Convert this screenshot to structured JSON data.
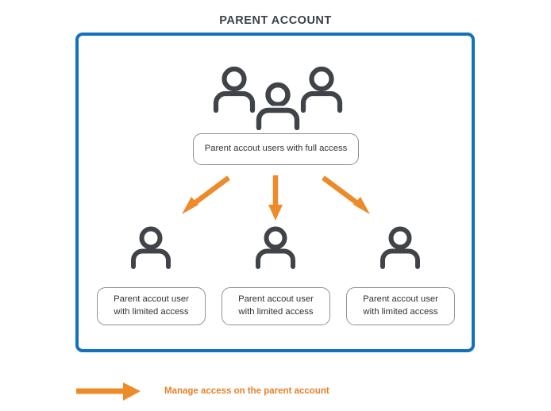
{
  "diagram": {
    "title": "PARENT ACCOUNT",
    "colors": {
      "container_border": "#1273bc",
      "arrow": "#ed8b2b",
      "icon": "#404449",
      "box_border": "#8e9194",
      "title_text": "#3b4147",
      "legend_text": "#e5812c"
    },
    "top_group": {
      "icon_name": "three-users-icon",
      "icon_count": 3,
      "box_label": "Parent accout users with full access"
    },
    "children": [
      {
        "icon_name": "user-icon",
        "label_line1": "Parent accout user",
        "label_line2": "with limited access"
      },
      {
        "icon_name": "user-icon",
        "label_line1": "Parent accout user",
        "label_line2": "with limited access"
      },
      {
        "icon_name": "user-icon",
        "label_line1": "Parent accout user",
        "label_line2": "with limited access"
      }
    ],
    "arrows": [
      {
        "name": "arrow-to-child-1",
        "direction": "down-left"
      },
      {
        "name": "arrow-to-child-2",
        "direction": "down"
      },
      {
        "name": "arrow-to-child-3",
        "direction": "down-right"
      }
    ],
    "legend": {
      "icon_name": "right-arrow-icon",
      "label": "Manage access on the parent account"
    }
  }
}
